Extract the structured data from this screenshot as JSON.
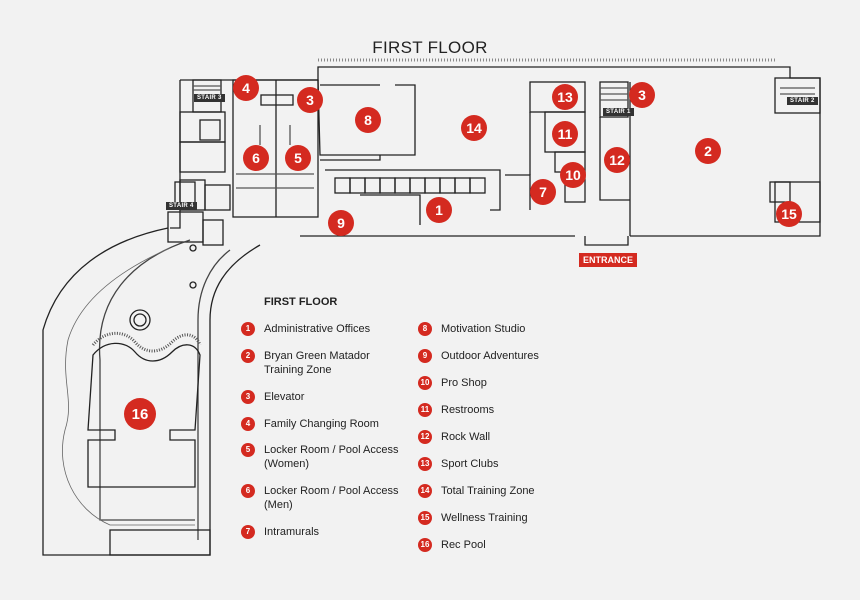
{
  "map": {
    "title": "FIRST FLOOR",
    "entrance_label": "ENTRANCE",
    "stairs": [
      "STAIR 3",
      "STAIR 4",
      "STAIR 1",
      "STAIR 2"
    ],
    "markers": [
      "4",
      "3",
      "8",
      "14",
      "6",
      "5",
      "9",
      "1",
      "13",
      "11",
      "12",
      "7",
      "10",
      "3",
      "2",
      "15",
      "16"
    ],
    "accent_color": "#d42a20"
  },
  "legend": {
    "title": "FIRST FLOOR",
    "items": [
      {
        "num": "1",
        "label": "Administrative Offices"
      },
      {
        "num": "2",
        "label": "Bryan Green Matador Training Zone"
      },
      {
        "num": "3",
        "label": "Elevator"
      },
      {
        "num": "4",
        "label": "Family Changing Room"
      },
      {
        "num": "5",
        "label": "Locker Room / Pool Access (Women)"
      },
      {
        "num": "6",
        "label": "Locker Room / Pool Access (Men)"
      },
      {
        "num": "7",
        "label": "Intramurals"
      },
      {
        "num": "8",
        "label": "Motivation Studio"
      },
      {
        "num": "9",
        "label": "Outdoor Adventures"
      },
      {
        "num": "10",
        "label": "Pro Shop"
      },
      {
        "num": "11",
        "label": "Restrooms"
      },
      {
        "num": "12",
        "label": "Rock Wall"
      },
      {
        "num": "13",
        "label": "Sport Clubs"
      },
      {
        "num": "14",
        "label": "Total Training Zone"
      },
      {
        "num": "15",
        "label": "Wellness Training"
      },
      {
        "num": "16",
        "label": "Rec Pool"
      }
    ]
  }
}
